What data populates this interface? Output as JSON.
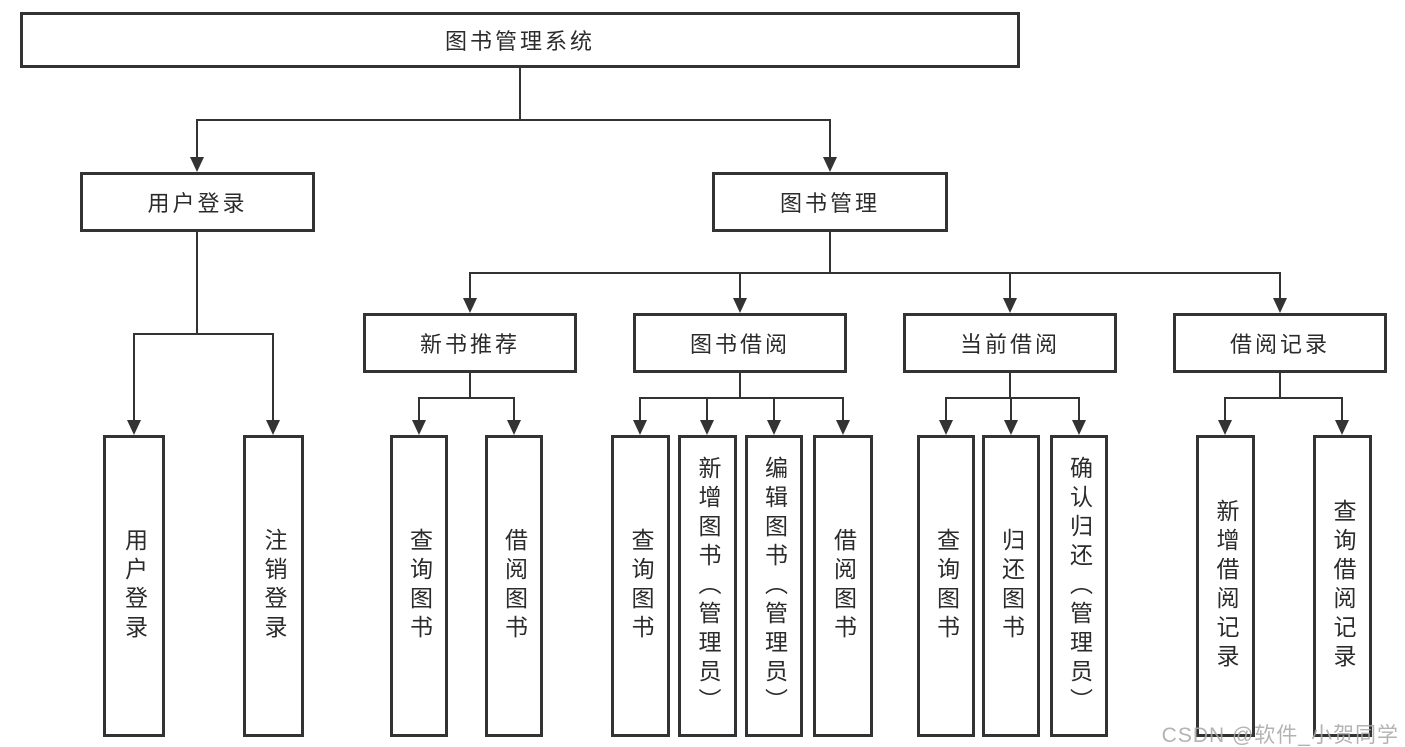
{
  "diagram": {
    "root": "图书管理系统",
    "level2": [
      "用户登录",
      "图书管理"
    ],
    "level3": [
      "新书推荐",
      "图书借阅",
      "当前借阅",
      "借阅记录"
    ],
    "leaves": {
      "user_login": [
        "用户登录",
        "注销登录"
      ],
      "new_book": [
        "查询图书",
        "借阅图书"
      ],
      "book_borrow": [
        "查询图书",
        "新增图书（管理员）",
        "编辑图书（管理员）",
        "借阅图书"
      ],
      "current_borrow": [
        "查询图书",
        "归还图书",
        "确认归还（管理员）"
      ],
      "borrow_record": [
        "新增借阅记录",
        "查询借阅记录"
      ]
    }
  },
  "watermark": "CSDN @软件_小贺同学",
  "colors": {
    "line": "#333333",
    "text": "#2b2b2b",
    "watermark": "#a8a8a8",
    "background": "#ffffff"
  }
}
